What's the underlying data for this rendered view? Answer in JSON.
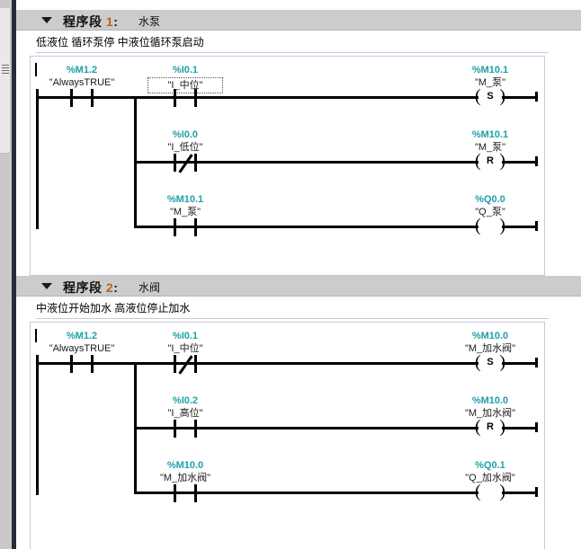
{
  "app": {
    "toolbar_cells": 6,
    "selected_cell_index": 4
  },
  "colors": {
    "operand_address": "#1ea0a8",
    "network_number": "#b5651d",
    "header_background": "#cccccc",
    "panel_border": "#c9c6e0",
    "selected_tab": "#d6ecfa"
  },
  "networks": [
    {
      "collapse_icon": "triangle-down-icon",
      "label": "程序段",
      "number": "1",
      "colon": ":",
      "title": "水泵",
      "comment": "低液位 循环泵停  中液位循环泵启动",
      "rows": [
        {
          "contacts": [
            {
              "address": "%M1.2",
              "name": "\"AlwaysTRUE\"",
              "type": "NO",
              "selected": false
            },
            {
              "address": "%I0.1",
              "name": "\"I_中位\"",
              "type": "NO",
              "selected": true
            }
          ],
          "coil": {
            "address": "%M10.1",
            "name": "\"M_泵\"",
            "type": "S",
            "letter": "S"
          }
        },
        {
          "contacts": [
            {
              "address": "%I0.0",
              "name": "\"I_低位\"",
              "type": "NC",
              "selected": false
            }
          ],
          "coil": {
            "address": "%M10.1",
            "name": "\"M_泵\"",
            "type": "R",
            "letter": "R"
          }
        },
        {
          "contacts": [
            {
              "address": "%M10.1",
              "name": "\"M_泵\"",
              "type": "NO",
              "selected": false
            }
          ],
          "coil": {
            "address": "%Q0.0",
            "name": "\"Q_泵\"",
            "type": "OUT",
            "letter": ""
          }
        }
      ]
    },
    {
      "collapse_icon": "triangle-down-icon",
      "label": "程序段",
      "number": "2",
      "colon": ":",
      "title": "水阀",
      "comment": "中液位开始加水 高液位停止加水",
      "rows": [
        {
          "contacts": [
            {
              "address": "%M1.2",
              "name": "\"AlwaysTRUE\"",
              "type": "NO",
              "selected": false
            },
            {
              "address": "%I0.1",
              "name": "\"I_中位\"",
              "type": "NC",
              "selected": false
            }
          ],
          "coil": {
            "address": "%M10.0",
            "name": "\"M_加水阀\"",
            "type": "S",
            "letter": "S"
          }
        },
        {
          "contacts": [
            {
              "address": "%I0.2",
              "name": "\"I_高位\"",
              "type": "NO",
              "selected": false
            }
          ],
          "coil": {
            "address": "%M10.0",
            "name": "\"M_加水阀\"",
            "type": "R",
            "letter": "R"
          }
        },
        {
          "contacts": [
            {
              "address": "%M10.0",
              "name": "\"M_加水阀\"",
              "type": "NO",
              "selected": false
            }
          ],
          "coil": {
            "address": "%Q0.1",
            "name": "\"Q_加水阀\"",
            "type": "OUT",
            "letter": ""
          }
        }
      ]
    }
  ]
}
